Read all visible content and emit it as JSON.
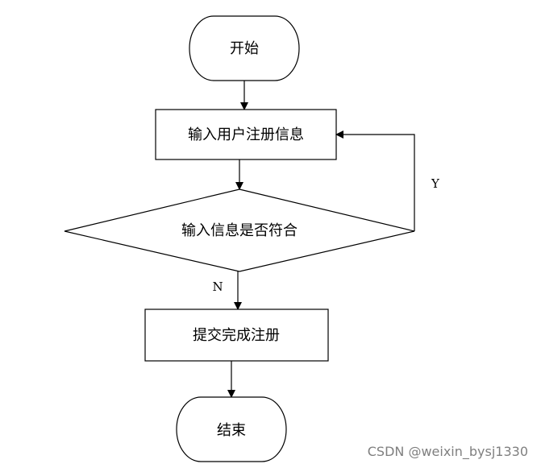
{
  "flowchart": {
    "start": "开始",
    "input_step": "输入用户注册信息",
    "decision": "输入信息是否符合",
    "yes_label": "Y",
    "no_label": "N",
    "submit_step": "提交完成注册",
    "end": "结束"
  },
  "watermark": "CSDN @weixin_bysj1330"
}
